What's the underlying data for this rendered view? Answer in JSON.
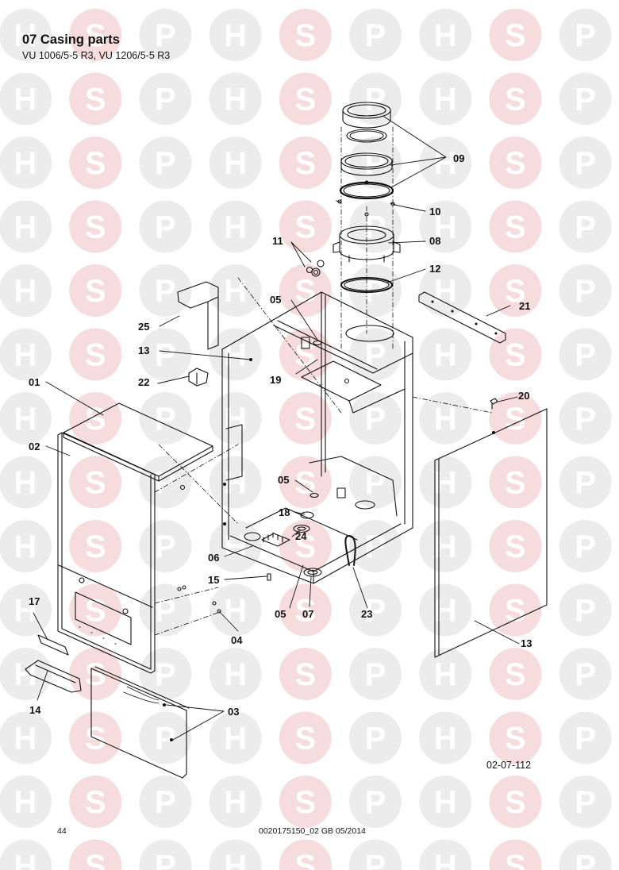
{
  "header": {
    "title": "07 Casing parts",
    "subtitle": "VU 1006/5-5 R3, VU 1206/5-5 R3"
  },
  "watermark": {
    "letters": [
      "H",
      "S",
      "P"
    ],
    "colors": {
      "H": "#ececec",
      "S": "#f6dcdc",
      "P": "#ececec"
    }
  },
  "callouts": [
    "01",
    "02",
    "03",
    "04",
    "05",
    "05",
    "05",
    "06",
    "07",
    "08",
    "09",
    "10",
    "11",
    "12",
    "13",
    "13",
    "14",
    "15",
    "17",
    "18",
    "19",
    "20",
    "21",
    "22",
    "23",
    "24",
    "25"
  ],
  "footer": {
    "drawing_code": "02-07-112",
    "page_number": "44",
    "doc_ref": "0020175150_02 GB 05/2014"
  }
}
